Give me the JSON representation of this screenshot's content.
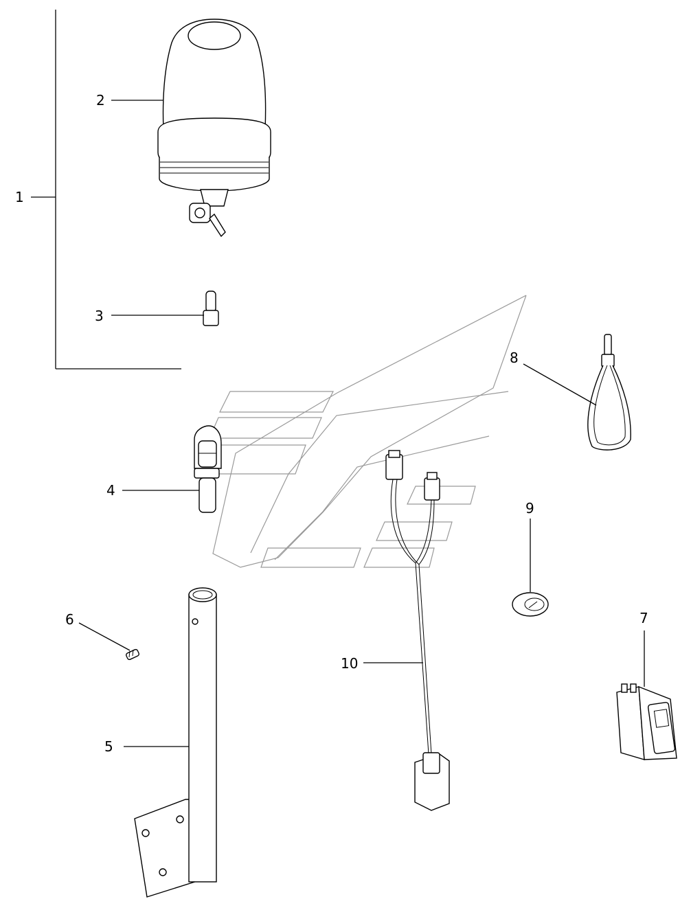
{
  "callouts": {
    "c1": "1",
    "c2": "2",
    "c3": "3",
    "c4": "4",
    "c5": "5",
    "c6": "6",
    "c7": "7",
    "c8": "8",
    "c9": "9",
    "c10": "10"
  },
  "parts": [
    {
      "callout": "1",
      "icon": "kit-bracket"
    },
    {
      "callout": "2",
      "icon": "beacon-icon"
    },
    {
      "callout": "3",
      "icon": "pin-icon"
    },
    {
      "callout": "4",
      "icon": "beacon-socket-icon"
    },
    {
      "callout": "5",
      "icon": "mounting-pole-icon"
    },
    {
      "callout": "6",
      "icon": "set-screw-icon"
    },
    {
      "callout": "7",
      "icon": "rocker-switch-icon"
    },
    {
      "callout": "8",
      "icon": "cable-tie-icon"
    },
    {
      "callout": "9",
      "icon": "grommet-icon"
    },
    {
      "callout": "10",
      "icon": "wiring-harness-icon"
    }
  ]
}
